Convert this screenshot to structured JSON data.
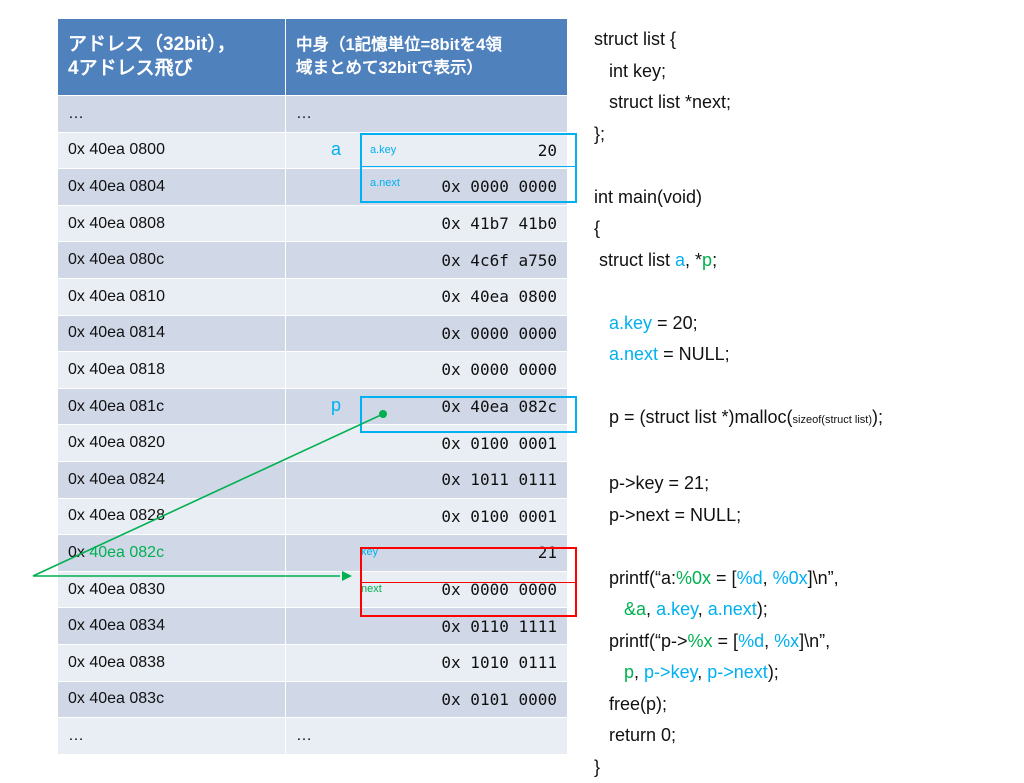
{
  "table": {
    "header_address": [
      "アドレス（32bit），",
      "4アドレス飛び"
    ],
    "header_content": [
      "中身（1記憶単位=8bitを4領",
      "域まとめて32bitで表示）"
    ],
    "rows": [
      {
        "address": "…",
        "value": "…"
      },
      {
        "address": "0x 40ea 0800",
        "value": "20",
        "var": "a",
        "tag": "a.key"
      },
      {
        "address": "0x 40ea 0804",
        "value": "0x 0000 0000",
        "tag": "a.next"
      },
      {
        "address": "0x 40ea 0808",
        "value": "0x 41b7 41b0"
      },
      {
        "address": "0x 40ea 080c",
        "value": "0x 4c6f a750"
      },
      {
        "address": "0x 40ea 0810",
        "value": "0x 40ea 0800"
      },
      {
        "address": "0x 40ea 0814",
        "value": "0x 0000 0000"
      },
      {
        "address": "0x 40ea 0818",
        "value": "0x 0000 0000"
      },
      {
        "address": "0x 40ea 081c",
        "value": "0x 40ea 082c",
        "var": "p"
      },
      {
        "address": "0x 40ea 0820",
        "value": "0x 0100 0001"
      },
      {
        "address": "0x 40ea 0824",
        "value": "0x 1011 0111"
      },
      {
        "address": "0x 40ea 0828",
        "value": "0x 0100 0001"
      },
      {
        "address_prefix": "0x ",
        "address_hl": "40ea 082c",
        "value": "21",
        "tag": "key"
      },
      {
        "address": "0x 40ea 0830",
        "value": "0x 0000 0000",
        "tag": "next"
      },
      {
        "address": "0x 40ea 0834",
        "value": "0x 0110 1111"
      },
      {
        "address": "0x 40ea 0838",
        "value": "0x 1010 0111"
      },
      {
        "address": "0x 40ea 083c",
        "value": "0x 0101 0000"
      },
      {
        "address": "…",
        "value": "…"
      }
    ]
  },
  "code": {
    "l1": "struct list {",
    "l2": "   int key;",
    "l3": "   struct list *next;",
    "l4": "};",
    "l5": "int main(void)",
    "l6": "{",
    "l7a": " struct list ",
    "l7b": "a",
    "l7c": ", *",
    "l7d": "p",
    "l7e": ";",
    "l8a": "   ",
    "l8b": "a.key",
    "l8c": " = 20;",
    "l9a": "   ",
    "l9b": "a.next",
    "l9c": " = NULL;",
    "l10a": "   p = (struct list *)malloc(",
    "l10b": "sizeof(struct list)",
    "l10c": ");",
    "l11": "   p->key = 21;",
    "l12": "   p->next = NULL;",
    "l13a": "   printf(“a:",
    "l13b": "%0x",
    "l13c": " = [",
    "l13d": "%d",
    "l13e": ", ",
    "l13f": "%0x",
    "l13g": "]\\n”,",
    "l14a": "      ",
    "l14b": "&a",
    "l14c": ", ",
    "l14d": "a.key",
    "l14e": ", ",
    "l14f": "a.next",
    "l14g": ");",
    "l15a": "   printf(“p->",
    "l15b": "%x",
    "l15c": " = [",
    "l15d": "%d",
    "l15e": ", ",
    "l15f": "%x",
    "l15g": "]\\n”,",
    "l16a": "      ",
    "l16b": "p",
    "l16c": ", ",
    "l16d": "p->key",
    "l16e": ", ",
    "l16f": "p->next",
    "l16g": ");",
    "l17": "   free(p);",
    "l18": "   return 0;",
    "l19": "}"
  },
  "colors": {
    "header": "#4f81bd",
    "row_odd": "#d0d8e8",
    "row_even": "#e9edf4",
    "blue": "#00b0f0",
    "green": "#00b050",
    "red": "#ff0000"
  }
}
